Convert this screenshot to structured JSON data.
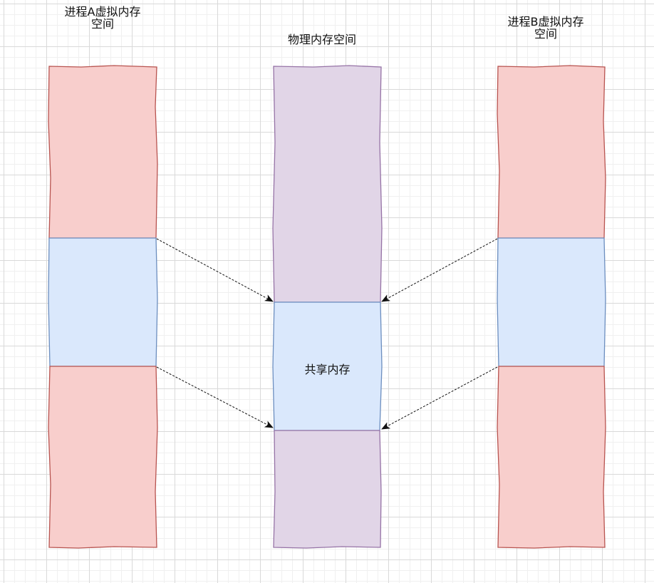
{
  "labels": {
    "process_a": [
      "进程A虚拟内存",
      "空间"
    ],
    "physical": [
      "物理内存空间"
    ],
    "process_b": [
      "进程B虚拟内存",
      "空间"
    ],
    "shared": "共享内存"
  },
  "colors": {
    "virtual_fill": "#f8cecc",
    "virtual_stroke": "#b85450",
    "physical_fill": "#e1d5e7",
    "physical_stroke": "#9673a6",
    "shared_fill": "#dae8fc",
    "shared_stroke": "#6c8ebf",
    "arrow": "#111111"
  }
}
